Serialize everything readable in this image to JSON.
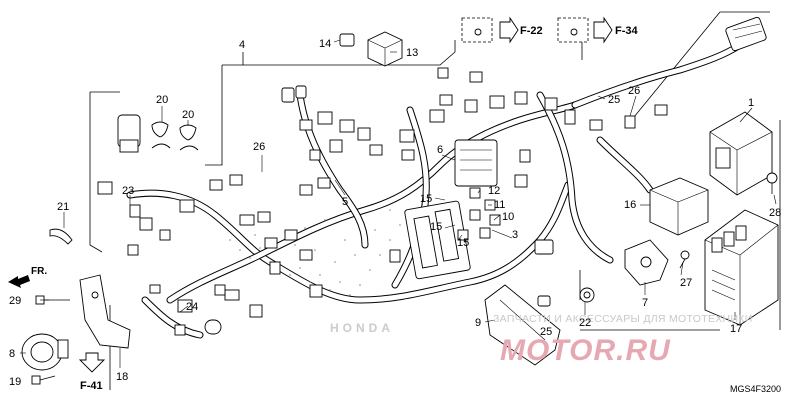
{
  "diagram": {
    "callouts": [
      "1",
      "3",
      "4",
      "5",
      "6",
      "7",
      "8",
      "9",
      "10",
      "11",
      "12",
      "13",
      "14",
      "15",
      "15",
      "15",
      "16",
      "17",
      "18",
      "19",
      "20",
      "20",
      "21",
      "22",
      "23",
      "24",
      "25",
      "25",
      "26",
      "26",
      "27",
      "28",
      "29"
    ],
    "references": {
      "f22": "F-22",
      "f34": "F-34",
      "f41": "F-41"
    },
    "forward_label": "FR.",
    "diagram_code": "MGS4F3200",
    "brand_mark": "HONDA",
    "watermark": {
      "text": "ЗАПЧАСТИ И АКСЕССУАРЫ ДЛЯ МОТОТЕХНИКИ",
      "logo": "MOTOR.RU"
    }
  }
}
